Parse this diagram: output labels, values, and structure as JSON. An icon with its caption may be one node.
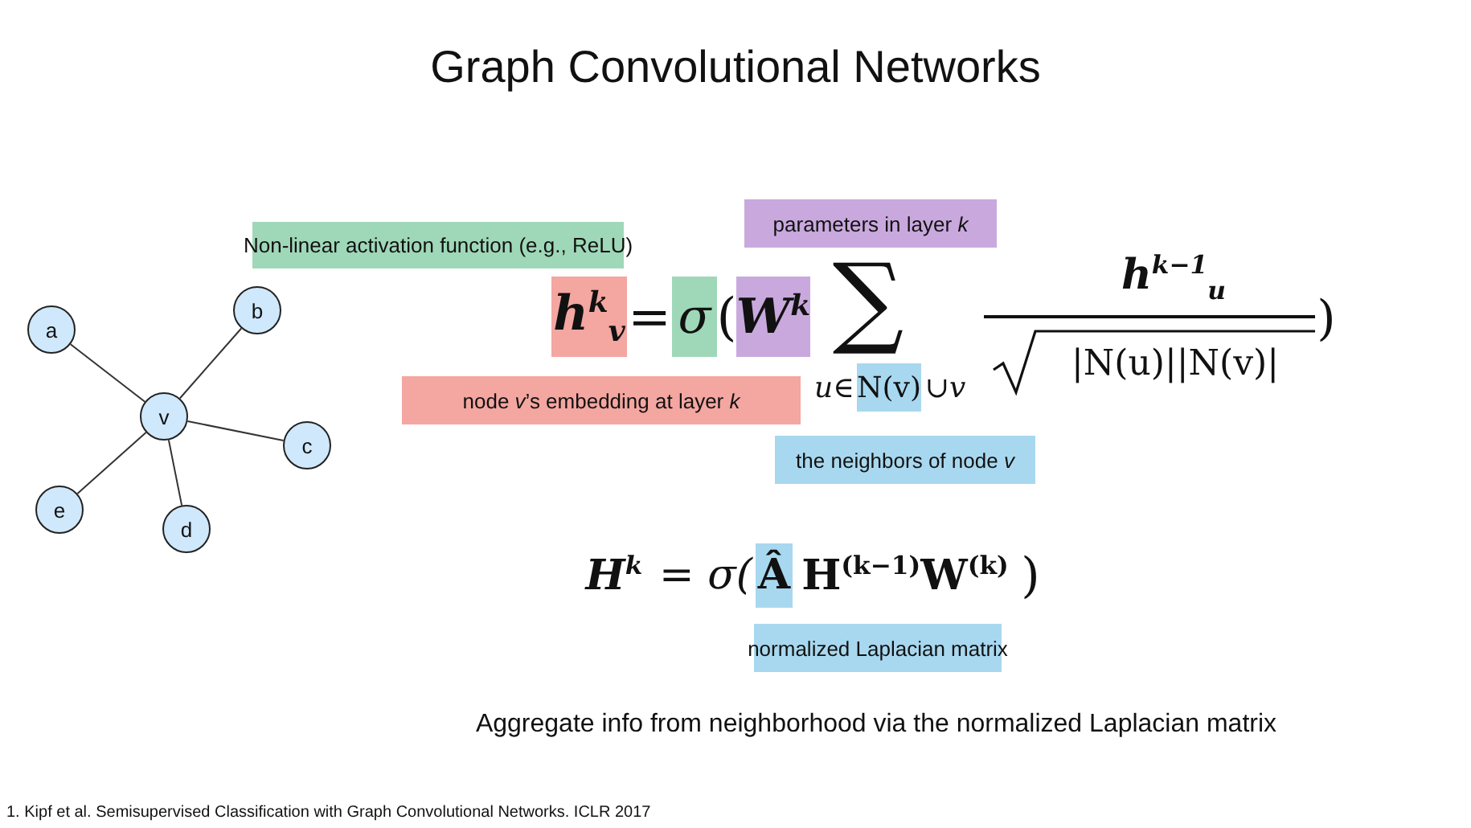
{
  "diagram": {
    "title": "Graph Convolutional Networks",
    "nodes": [
      {
        "text": [
          "a"
        ]
      },
      {
        "text": [
          "b"
        ]
      },
      {
        "text": [
          "v"
        ]
      },
      {
        "text": [
          "c"
        ]
      },
      {
        "text": [
          "e"
        ]
      },
      {
        "text": [
          "d"
        ]
      }
    ],
    "edges": [
      {
        "from": 2,
        "to": 0,
        "arrow": "none"
      },
      {
        "from": 2,
        "to": 1,
        "arrow": "none"
      },
      {
        "from": 2,
        "to": 3,
        "arrow": "none"
      },
      {
        "from": 2,
        "to": 4,
        "arrow": "none"
      },
      {
        "from": 2,
        "to": 5,
        "arrow": "none"
      }
    ],
    "labels": [
      "Non-linear activation function (e.g., ReLU)",
      "parameters in layer *k*",
      "h$^{k}$$_{v}$",
      "=",
      "σ",
      "(",
      "W$^{k}$",
      "∑",
      "h$^{k−1}$$_{u}$",
      "|N(u)||N(v)|",
      ")",
      "u∈",
      "N(v)",
      "∪v",
      "node *v*’s embedding at layer *k*",
      "the neighbors of node *v*",
      "H$^{k}$",
      "= σ(",
      "Â",
      "H$^{(k−1)}$W$^{(k)}$",
      ")",
      "normalized Laplacian matrix",
      "Aggregate info from neighborhood via the normalized Laplacian matrix",
      "1. Kipf et al. Semisupervised Classification with Graph Convolutional Networks. ICLR 2017"
    ]
  }
}
